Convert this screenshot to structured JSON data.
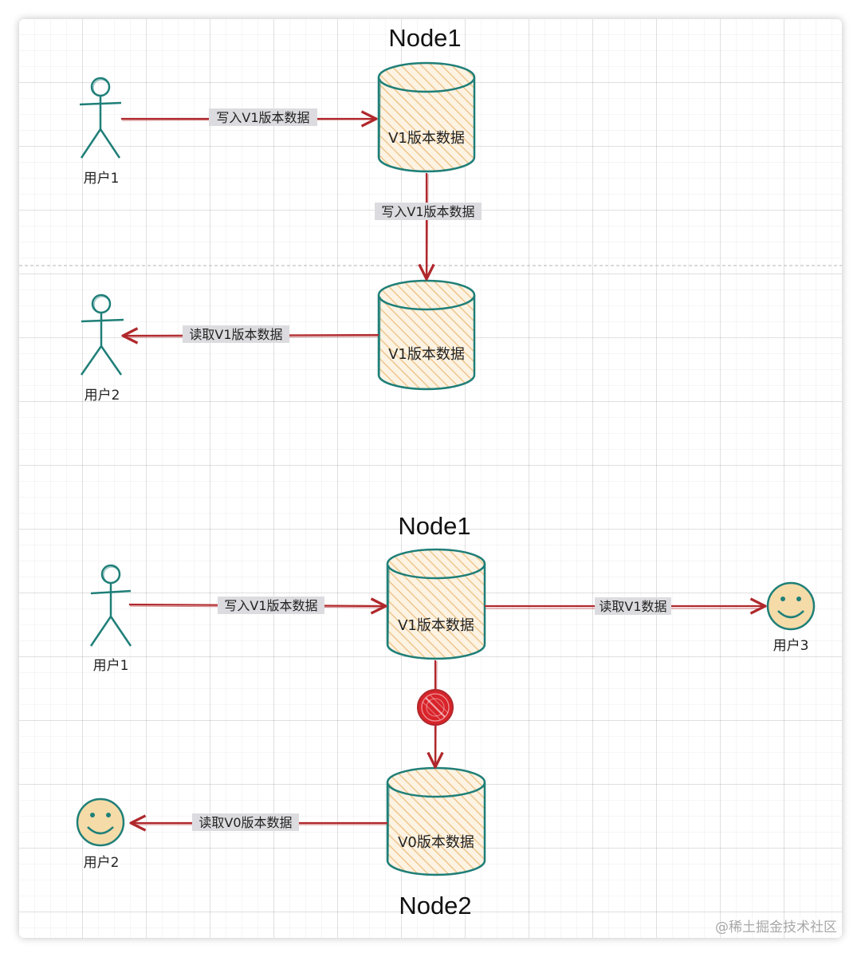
{
  "colors": {
    "stroke_teal": "#1f7f78",
    "fill_db": "#f6dcb6",
    "fill_db_light": "#fdf3e3",
    "arrow_red": "#b0282c",
    "label_bg": "#dcdce0",
    "smiley_fill": "#f5dba8"
  },
  "scene1": {
    "title": "Node1",
    "db_top": "V1版本数据",
    "db_bottom": "V1版本数据",
    "user1": "用户1",
    "user2": "用户2",
    "edge_write": "写入V1版本数据",
    "edge_sync": "写入V1版本数据",
    "edge_read": "读取V1版本数据"
  },
  "scene2": {
    "title_top": "Node1",
    "title_bottom": "Node2",
    "db_node1": "V1版本数据",
    "db_node2": "V0版本数据",
    "user1": "用户1",
    "user2": "用户2",
    "user3": "用户3",
    "edge_write": "写入V1版本数据",
    "edge_read_user3": "读取V1数据",
    "edge_read_user2": "读取V0版本数据",
    "sync_blocked": "blocked-icon"
  },
  "watermark": "@稀土掘金技术社区"
}
